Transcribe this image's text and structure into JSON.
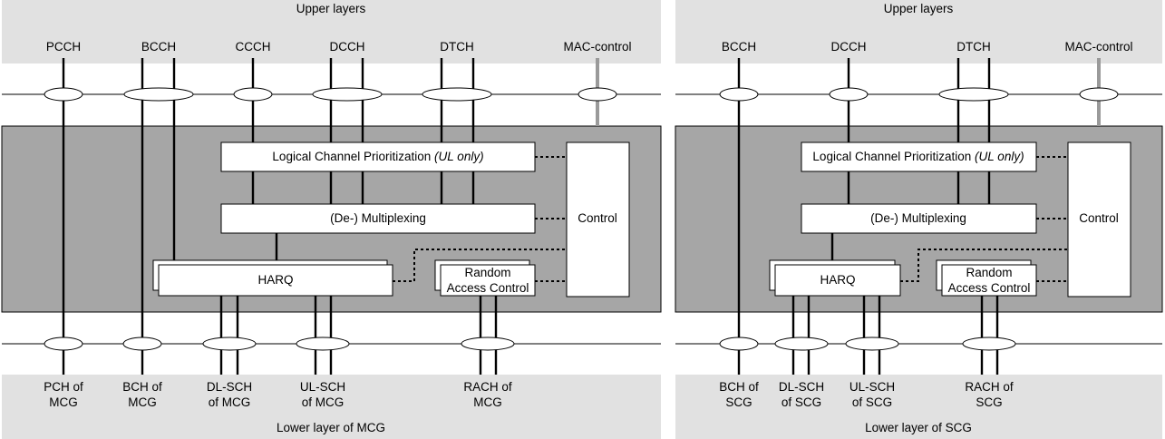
{
  "mcg": {
    "upper_label": "Upper layers",
    "lower_label": "Lower layer of MCG",
    "logical_channels": [
      "PCCH",
      "BCCH",
      "CCCH",
      "DCCH",
      "DTCH",
      "MAC-control"
    ],
    "lcp_label": "Logical Channel Prioritization",
    "lcp_note": "(UL only)",
    "mux_label": "(De-) Multiplexing",
    "control_label": "Control",
    "harq_label": "HARQ",
    "rac_line1": "Random",
    "rac_line2": "Access Control",
    "transport_channels": [
      {
        "line1": "PCH of",
        "line2": "MCG"
      },
      {
        "line1": "BCH of",
        "line2": "MCG"
      },
      {
        "line1": "DL-SCH",
        "line2": "of MCG"
      },
      {
        "line1": "UL-SCH",
        "line2": "of MCG"
      },
      {
        "line1": "RACH of",
        "line2": "MCG"
      }
    ]
  },
  "scg": {
    "upper_label": "Upper layers",
    "lower_label": "Lower layer of SCG",
    "logical_channels": [
      "BCCH",
      "DCCH",
      "DTCH",
      "MAC-control"
    ],
    "lcp_label": "Logical Channel Prioritization",
    "lcp_note": "(UL only)",
    "mux_label": "(De-) Multiplexing",
    "control_label": "Control",
    "harq_label": "HARQ",
    "rac_line1": "Random",
    "rac_line2": "Access Control",
    "transport_channels": [
      {
        "line1": "BCH of",
        "line2": "SCG"
      },
      {
        "line1": "DL-SCH",
        "line2": "of SCG"
      },
      {
        "line1": "UL-SCH",
        "line2": "of SCG"
      },
      {
        "line1": "RACH of",
        "line2": "SCG"
      }
    ]
  }
}
